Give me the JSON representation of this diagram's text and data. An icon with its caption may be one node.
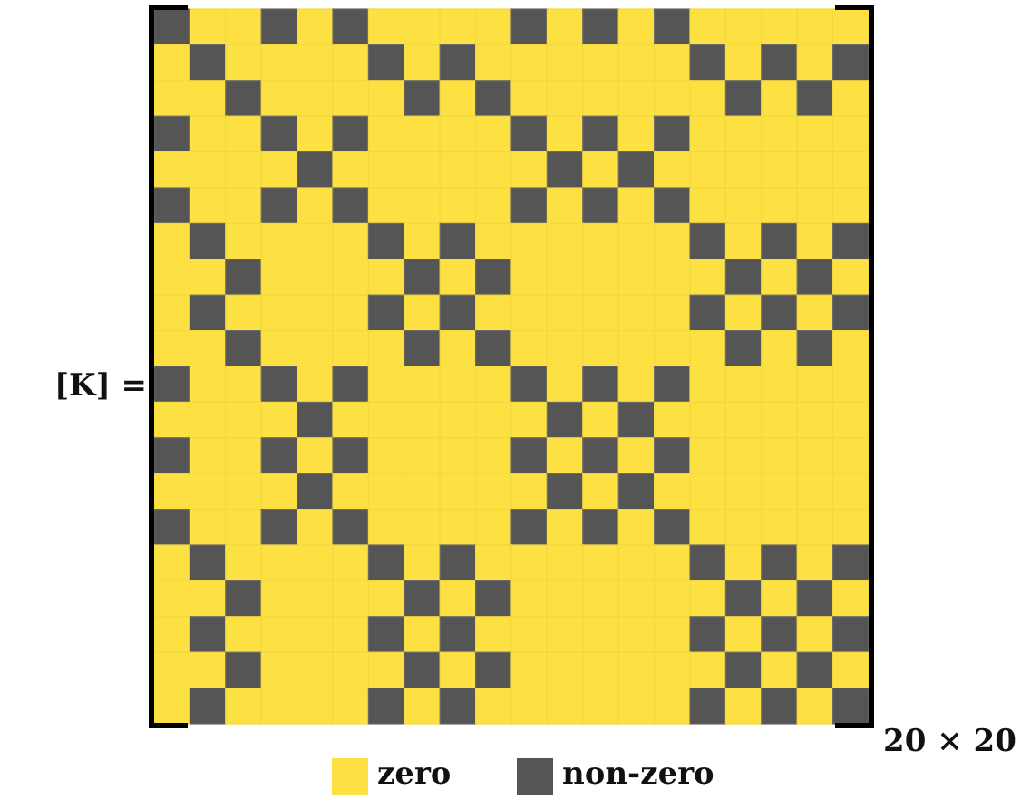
{
  "diagram": {
    "labels": [
      "[K] =",
      "20 × 20"
    ],
    "legend": [
      {
        "text": "zero",
        "color": "#fde143"
      },
      {
        "text": "non-zero",
        "color": "#555555"
      }
    ]
  }
}
